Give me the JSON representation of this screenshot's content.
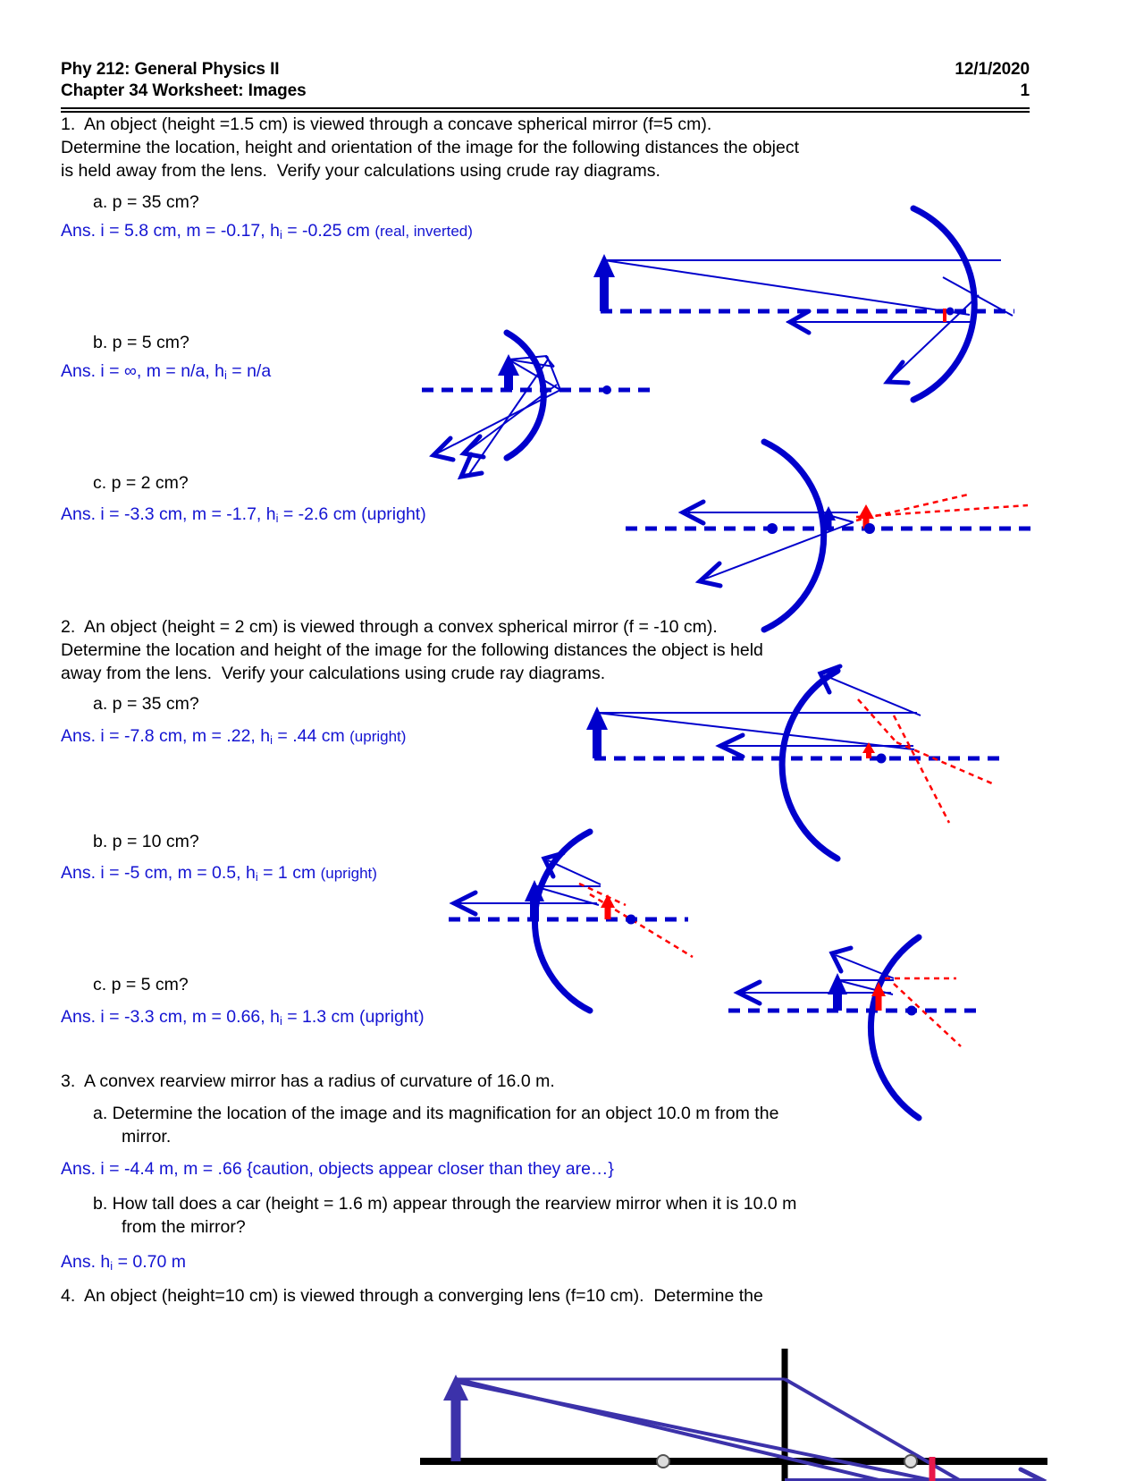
{
  "header": {
    "course": "Phy 212:  General Physics II",
    "date": "12/1/2020",
    "worksheet": "Chapter 34 Worksheet: Images",
    "page": "1"
  },
  "questions": [
    {
      "number": "1.",
      "prompt_line1": "1.  An object (height =1.5 cm) is viewed through a concave spherical mirror (f=5 cm).",
      "prompt_line2": "Determine the location, height and orientation of the image for the following distances the object",
      "prompt_line3": "is held away from the lens.  Verify your calculations using crude ray diagrams.",
      "parts": [
        {
          "label": "a.  p = 35 cm?",
          "answer_main": "Ans.  i = 5.8 cm, m = -0.17, h",
          "answer_sub": "i",
          "answer_rest": " = -0.25 cm ",
          "answer_note": "(real, inverted)"
        },
        {
          "label": "b.  p = 5 cm?",
          "answer_main": "Ans.  i = ∞, m = n/a, h",
          "answer_sub": "i",
          "answer_rest": " = n/a",
          "answer_note": ""
        },
        {
          "label": "c.  p = 2 cm?",
          "answer_main": "Ans.  i = -3.3 cm, m = -1.7, h",
          "answer_sub": "i",
          "answer_rest": " = -2.6 cm (upright)",
          "answer_note": ""
        }
      ]
    },
    {
      "number": "2.",
      "prompt_line1": "2.  An object (height = 2 cm) is viewed through a convex spherical mirror (f = -10 cm).",
      "prompt_line2": "Determine the location and height of the image for the following distances the object is held",
      "prompt_line3": "away from the lens.  Verify your calculations using crude ray diagrams.",
      "parts": [
        {
          "label": "a.  p = 35 cm?",
          "answer_main": "Ans.  i = -7.8 cm, m = .22, h",
          "answer_sub": "i",
          "answer_rest": " = .44 cm ",
          "answer_note": "(upright)"
        },
        {
          "label": "b.  p = 10 cm?",
          "answer_main": "Ans.  i = -5 cm, m = 0.5, h",
          "answer_sub": "i",
          "answer_rest": " = 1 cm ",
          "answer_note": "(upright)"
        },
        {
          "label": "c.  p = 5 cm?",
          "answer_main": "Ans.  i = -3.3 cm, m = 0.66, h",
          "answer_sub": "i",
          "answer_rest": " = 1.3 cm (upright)",
          "answer_note": ""
        }
      ]
    },
    {
      "number": "3.",
      "prompt_line1": "3.  A convex rearview mirror has a radius of curvature of 16.0 m.",
      "parts": [
        {
          "label_line1": "a.  Determine the location of the image and its magnification for an object 10.0 m from the",
          "label_line2": "mirror.",
          "answer_main": "Ans.  i = -4.4 m, m = .66 {caution, objects appear closer than they are…}"
        },
        {
          "label_line1": "b.  How tall does a car (height = 1.6 m) appear through the rearview mirror when it is 10.0 m",
          "label_line2": "from the mirror?",
          "answer_main": "Ans.  h",
          "answer_sub": "i",
          "answer_rest": " = 0.70 m"
        }
      ]
    },
    {
      "number": "4.",
      "prompt_line1": "4.  An object (height=10 cm) is viewed through a converging lens (f=10 cm).  Determine the"
    }
  ],
  "colors": {
    "ink_blue": "#1414d2",
    "diagram_blue": "#0000cc",
    "virtual_red": "#ff0000",
    "lens_purple": "#3c32aa",
    "image_red": "#e8194b",
    "black": "#000000"
  },
  "diagrams": [
    {
      "name": "concave-mirror-p35",
      "type": "concave-mirror",
      "object_distance_cm": 35,
      "focal_length_cm": 5,
      "image_distance_cm": 5.8
    },
    {
      "name": "concave-mirror-p5",
      "type": "concave-mirror",
      "object_distance_cm": 5,
      "focal_length_cm": 5,
      "image_distance_cm": null
    },
    {
      "name": "concave-mirror-p2",
      "type": "concave-mirror",
      "object_distance_cm": 2,
      "focal_length_cm": 5,
      "image_distance_cm": -3.3
    },
    {
      "name": "convex-mirror-p35",
      "type": "convex-mirror",
      "object_distance_cm": 35,
      "focal_length_cm": -10,
      "image_distance_cm": -7.8
    },
    {
      "name": "convex-mirror-p10",
      "type": "convex-mirror",
      "object_distance_cm": 10,
      "focal_length_cm": -10,
      "image_distance_cm": -5
    },
    {
      "name": "convex-mirror-p5",
      "type": "convex-mirror",
      "object_distance_cm": 5,
      "focal_length_cm": -10,
      "image_distance_cm": -3.3
    },
    {
      "name": "converging-lens",
      "type": "converging-lens",
      "focal_length_cm": 10
    }
  ]
}
